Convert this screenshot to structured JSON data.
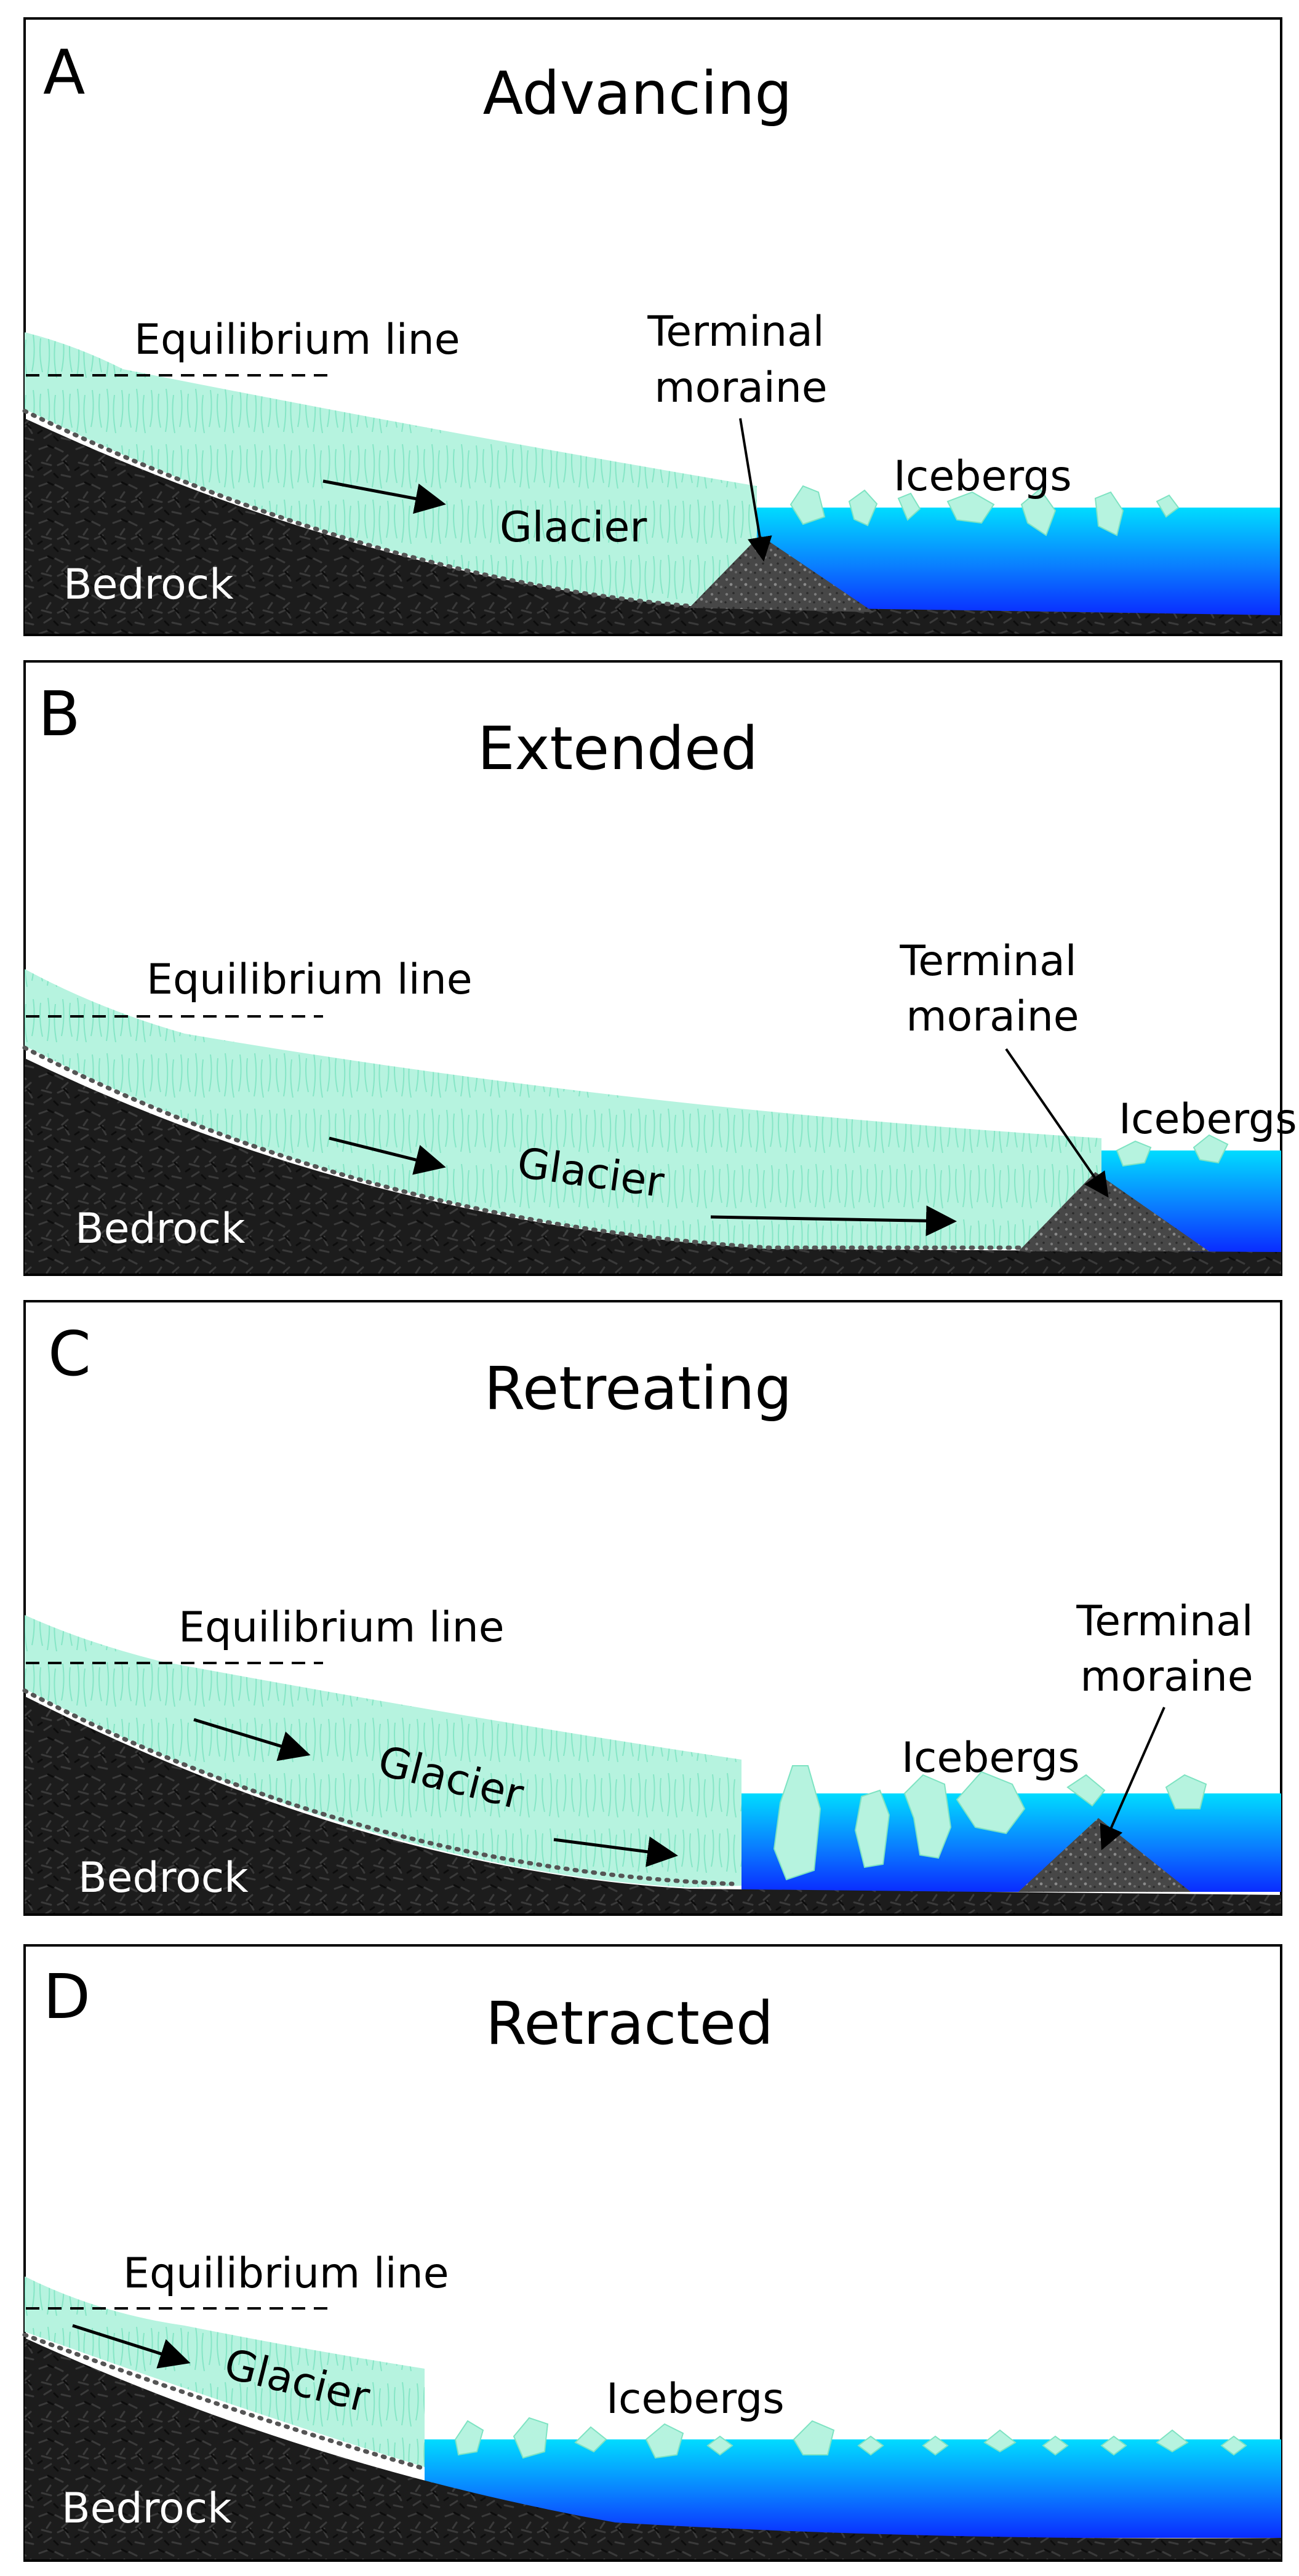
{
  "colors": {
    "ice": "#b6f3df",
    "ice_edge": "#7ee3c2",
    "bedrock": "#1c1c1c",
    "moraine": "#4a4a4a",
    "water_top": "#00d8ff",
    "water_bottom": "#0a3cff",
    "frame": "#000000"
  },
  "panels": [
    {
      "letter": "A",
      "title": "Advancing",
      "labels": {
        "equilibrium": "Equilibrium line",
        "glacier": "Glacier",
        "bedrock": "Bedrock",
        "icebergs": "Icebergs",
        "terminal_line1": "Terminal",
        "terminal_line2": "moraine"
      }
    },
    {
      "letter": "B",
      "title": "Extended",
      "labels": {
        "equilibrium": "Equilibrium line",
        "glacier": "Glacier",
        "bedrock": "Bedrock",
        "icebergs": "Icebergs",
        "terminal_line1": "Terminal",
        "terminal_line2": "moraine"
      }
    },
    {
      "letter": "C",
      "title": "Retreating",
      "labels": {
        "equilibrium": "Equilibrium line",
        "glacier": "Glacier",
        "bedrock": "Bedrock",
        "icebergs": "Icebergs",
        "terminal_line1": "Terminal",
        "terminal_line2": "moraine"
      }
    },
    {
      "letter": "D",
      "title": "Retracted",
      "labels": {
        "equilibrium": "Equilibrium line",
        "glacier": "Glacier",
        "bedrock": "Bedrock",
        "icebergs": "Icebergs"
      }
    }
  ]
}
